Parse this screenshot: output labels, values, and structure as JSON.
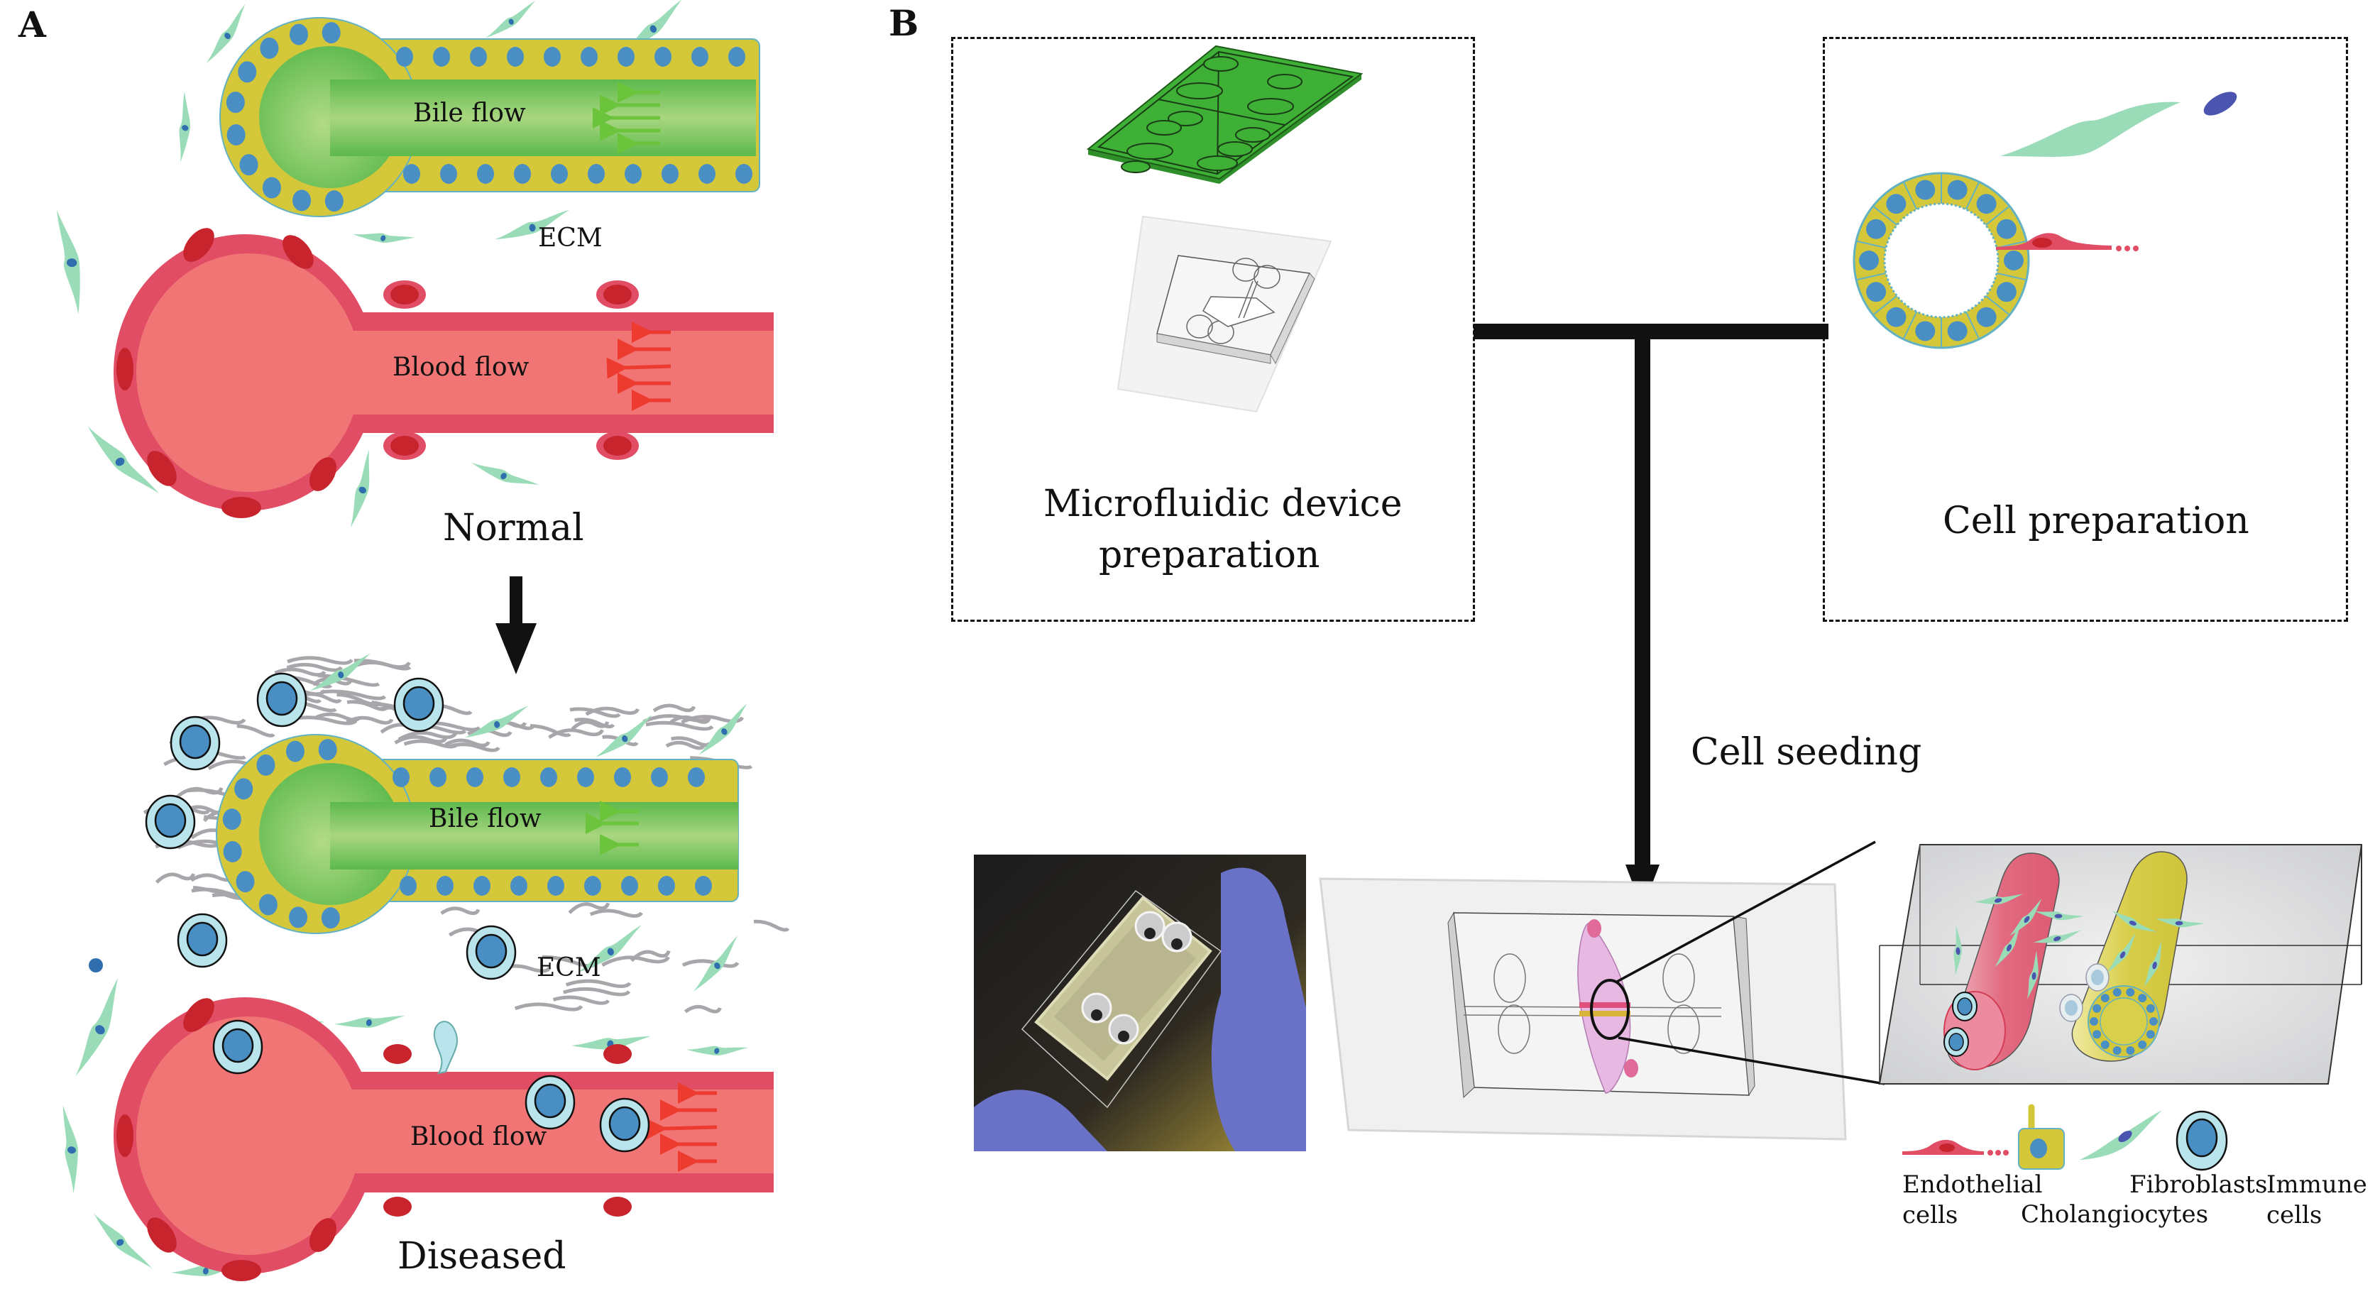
{
  "panels": {
    "a": {
      "letter": "A",
      "normal": {
        "title": "Normal",
        "bile_label": "Bile flow",
        "blood_label": "Blood flow",
        "ecm_label": "ECM"
      },
      "diseased": {
        "title": "Diseased",
        "bile_label": "Bile flow",
        "blood_label": "Blood flow",
        "ecm_label": "ECM"
      }
    },
    "b": {
      "letter": "B",
      "device_box": {
        "line1": "Microfluidic device",
        "line2": "preparation"
      },
      "cell_box": {
        "label": "Cell preparation"
      },
      "seeding_label": "Cell seeding",
      "legend": [
        {
          "key": "endothelial",
          "line1": "Endothelial",
          "line2": "cells"
        },
        {
          "key": "cholangiocytes",
          "line1": "",
          "line2": "Cholangiocytes"
        },
        {
          "key": "fibroblasts",
          "line1": "Fibroblasts",
          "line2": ""
        },
        {
          "key": "immune",
          "line1": "Immune",
          "line2": "cells"
        }
      ]
    }
  },
  "colors": {
    "bile_lumen": "#5dbb4f",
    "bile_lumen_light": "#aed87e",
    "cholangiocyte": "#d4c83a",
    "nucleus_blue": "#4a8fc4",
    "vessel_wall": "#e04d64",
    "vessel_lumen": "#f07574",
    "endothelial_nucleus": "#c8242e",
    "fibroblast": "#9adcb8",
    "immune_outer": "#b9e4ec",
    "ecm_fiber": "#a9a6ab",
    "flow_arrow_red": "#ee3b2f",
    "flow_arrow_green": "#6bc43c",
    "mold_green": "#3db035",
    "chamber_grey": "#d7d8da"
  }
}
